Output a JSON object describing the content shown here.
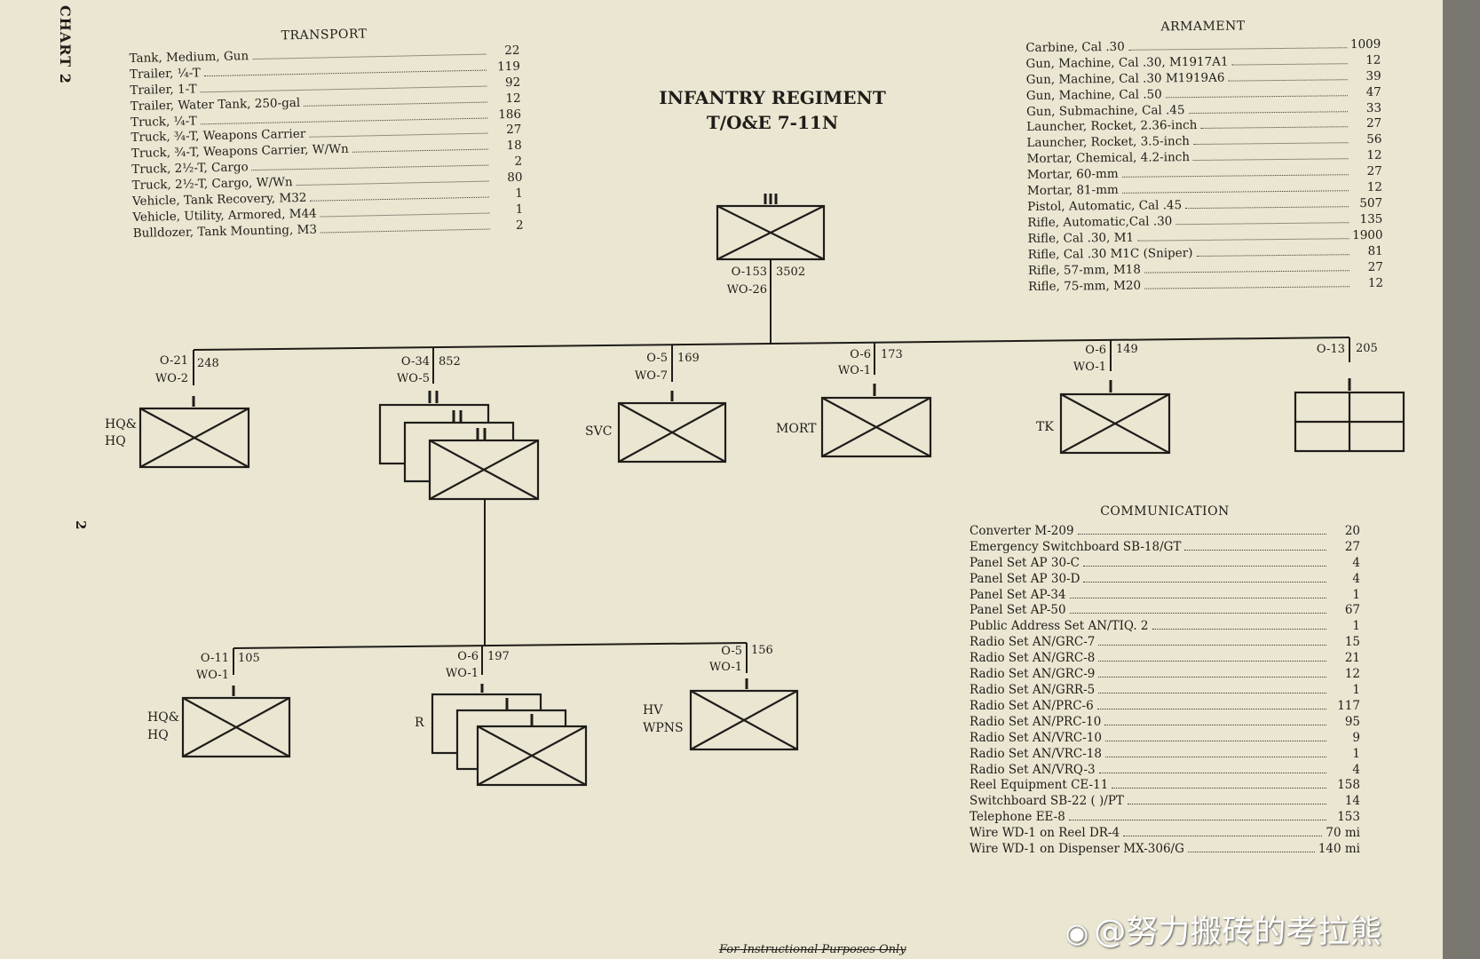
{
  "chart_label": "CHART 2",
  "page_number": "2",
  "title": {
    "line1": "INFANTRY REGIMENT",
    "line2": "T/O&E 7-11N"
  },
  "transport": {
    "heading": "TRANSPORT",
    "items": [
      {
        "label": "Tank, Medium, Gun",
        "qty": "22"
      },
      {
        "label": "Trailer, ¼-T",
        "qty": "119"
      },
      {
        "label": "Trailer, 1-T",
        "qty": "92"
      },
      {
        "label": "Trailer, Water Tank, 250-gal",
        "qty": "12"
      },
      {
        "label": "Truck, ¼-T",
        "qty": "186"
      },
      {
        "label": "Truck, ¾-T, Weapons Carrier",
        "qty": "27"
      },
      {
        "label": "Truck, ¾-T, Weapons Carrier, W/Wn",
        "qty": "18"
      },
      {
        "label": "Truck, 2½-T, Cargo",
        "qty": "2"
      },
      {
        "label": "Truck, 2½-T, Cargo, W/Wn",
        "qty": "80"
      },
      {
        "label": "Vehicle, Tank Recovery, M32",
        "qty": "1"
      },
      {
        "label": "Vehicle, Utility, Armored, M44",
        "qty": "1"
      },
      {
        "label": "Bulldozer, Tank Mounting, M3",
        "qty": "2"
      }
    ]
  },
  "armament": {
    "heading": "ARMAMENT",
    "items": [
      {
        "label": "Carbine, Cal .30",
        "qty": "1009"
      },
      {
        "label": "Gun, Machine, Cal .30, M1917A1",
        "qty": "12"
      },
      {
        "label": "Gun, Machine, Cal .30 M1919A6",
        "qty": "39"
      },
      {
        "label": "Gun, Machine, Cal .50",
        "qty": "47"
      },
      {
        "label": "Gun, Submachine, Cal .45",
        "qty": "33"
      },
      {
        "label": "Launcher, Rocket, 2.36-inch",
        "qty": "27"
      },
      {
        "label": "Launcher, Rocket, 3.5-inch",
        "qty": "56"
      },
      {
        "label": "Mortar, Chemical, 4.2-inch",
        "qty": "12"
      },
      {
        "label": "Mortar, 60-mm",
        "qty": "27"
      },
      {
        "label": "Mortar, 81-mm",
        "qty": "12"
      },
      {
        "label": "Pistol, Automatic, Cal .45",
        "qty": "507"
      },
      {
        "label": "Rifle, Automatic,Cal .30",
        "qty": "135"
      },
      {
        "label": "Rifle, Cal .30, M1",
        "qty": "1900"
      },
      {
        "label": "Rifle, Cal .30 M1C (Sniper)",
        "qty": "81"
      },
      {
        "label": "Rifle, 57-mm, M18",
        "qty": "27"
      },
      {
        "label": "Rifle, 75-mm, M20",
        "qty": "12"
      }
    ]
  },
  "communication": {
    "heading": "COMMUNICATION",
    "items": [
      {
        "label": "Converter M-209",
        "qty": "20"
      },
      {
        "label": "Emergency Switchboard SB-18/GT",
        "qty": "27"
      },
      {
        "label": "Panel Set AP 30-C",
        "qty": "4"
      },
      {
        "label": "Panel Set AP 30-D",
        "qty": "4"
      },
      {
        "label": "Panel Set AP-34",
        "qty": "1"
      },
      {
        "label": "Panel Set AP-50",
        "qty": "67"
      },
      {
        "label": "Public Address Set AN/TIQ. 2",
        "qty": "1"
      },
      {
        "label": "Radio Set AN/GRC-7",
        "qty": "15"
      },
      {
        "label": "Radio Set AN/GRC-8",
        "qty": "21"
      },
      {
        "label": "Radio Set AN/GRC-9",
        "qty": "12"
      },
      {
        "label": "Radio Set AN/GRR-5",
        "qty": "1"
      },
      {
        "label": "Radio Set AN/PRC-6",
        "qty": "117"
      },
      {
        "label": "Radio Set AN/PRC-10",
        "qty": "95"
      },
      {
        "label": "Radio Set AN/VRC-10",
        "qty": "9"
      },
      {
        "label": "Radio Set AN/VRC-18",
        "qty": "1"
      },
      {
        "label": "Radio Set AN/VRQ-3",
        "qty": "4"
      },
      {
        "label": "Reel Equipment CE-11",
        "qty": "158"
      },
      {
        "label": "Switchboard SB-22 ( )/PT",
        "qty": "14"
      },
      {
        "label": "Telephone EE-8",
        "qty": "153"
      },
      {
        "label": "Wire WD-1 on Reel DR-4",
        "qty": "70 mi"
      },
      {
        "label": "Wire WD-1 on Dispenser MX-306/G",
        "qty": "140 mi"
      }
    ]
  },
  "units": {
    "regiment": {
      "officers": "O-153",
      "warrant": "WO-26",
      "total": "3502",
      "echelon": "III"
    },
    "hq": {
      "officers": "O-21",
      "warrant": "WO-2",
      "total": "248",
      "label": "HQ& HQ"
    },
    "battalion": {
      "officers": "O-34",
      "warrant": "WO-5",
      "total": "852",
      "echelon": "II"
    },
    "svc": {
      "officers": "O-5",
      "warrant": "WO-7",
      "total": "169",
      "label": "SVC"
    },
    "mort": {
      "officers": "O-6",
      "warrant": "WO-1",
      "total": "173",
      "label": "MORT"
    },
    "tk": {
      "officers": "O-6",
      "warrant": "WO-1",
      "total": "149",
      "label": "TK"
    },
    "medical": {
      "officers": "O-13",
      "total": "205"
    },
    "bn_hq": {
      "officers": "O-11",
      "warrant": "WO-1",
      "total": "105",
      "label": "HQ& HQ"
    },
    "rifle": {
      "officers": "O-6",
      "warrant": "WO-1",
      "total": "197",
      "label": "R"
    },
    "hv_wpns": {
      "officers": "O-5",
      "warrant": "WO-1",
      "total": "156",
      "label": "HV WPNS"
    }
  },
  "footer": "For Instructional Purposes Only",
  "watermark": "@努力搬砖的考拉熊"
}
